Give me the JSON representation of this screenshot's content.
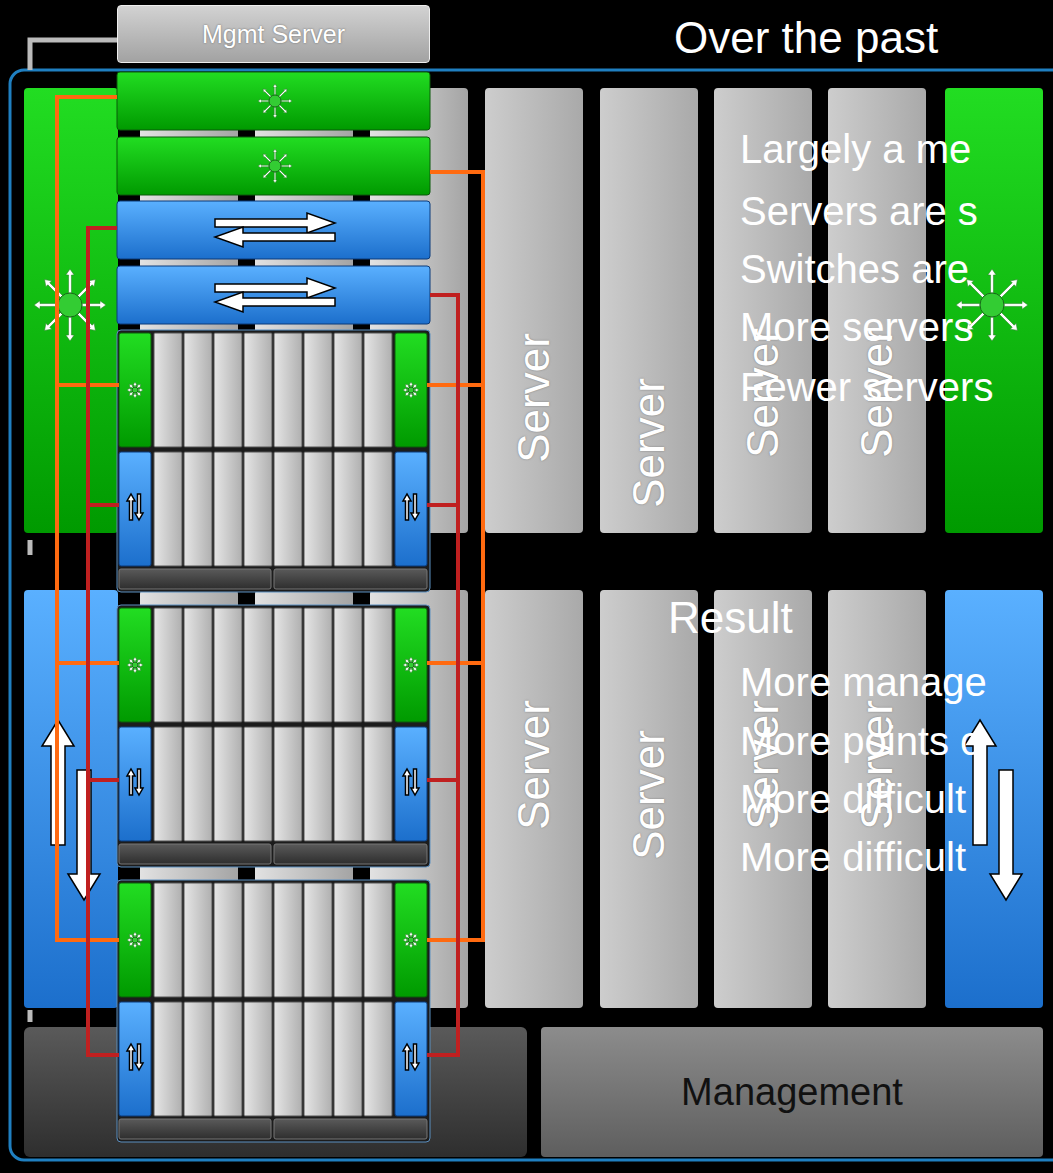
{
  "diagram": {
    "nodes": [
      {
        "text": [
          "Mgmt Server"
        ]
      },
      {
        "text": [
          "Server"
        ]
      },
      {
        "text": [
          "Server"
        ]
      },
      {
        "text": [
          "Server"
        ]
      },
      {
        "text": [
          "Server"
        ]
      },
      {
        "text": [
          "Server"
        ]
      },
      {
        "text": [
          "Server"
        ]
      },
      {
        "text": [
          "Server"
        ]
      },
      {
        "text": [
          "Server"
        ]
      },
      {
        "text": [
          "Management"
        ]
      }
    ],
    "labels": [
      "Over the past",
      "Largely a me",
      "Servers are s",
      "Switches are",
      "More servers",
      "Fewer servers",
      "Result",
      "More manage",
      "More points o",
      "More difficult",
      "More difficult"
    ]
  }
}
